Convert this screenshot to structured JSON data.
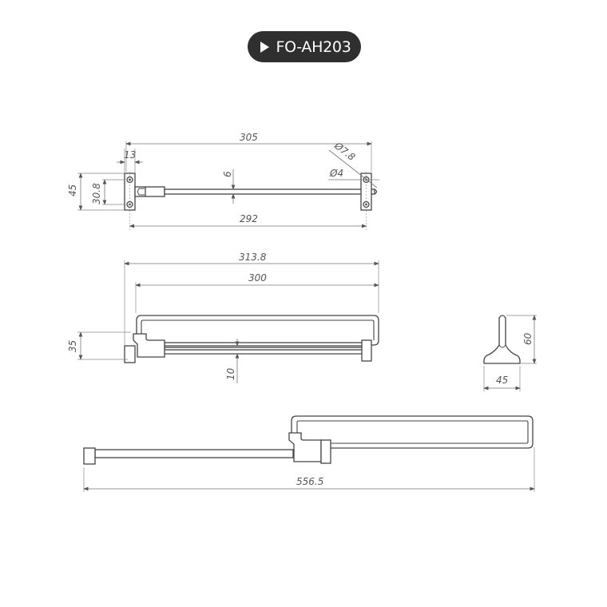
{
  "title_badge": {
    "icon": "play-triangle-icon",
    "label": "FO-AH203",
    "background": "#2f2f2f",
    "text_color": "#ffffff"
  },
  "views": {
    "top_view": {
      "dimensions": {
        "overall_width": "305",
        "bracket_width": "13",
        "bracket_height": "45",
        "hole_spacing": "30.8",
        "rod_diameter": "6",
        "outer_hole_diameter": "Ø7.8",
        "inner_hole_diameter": "Ø4",
        "rod_length": "292"
      }
    },
    "front_view": {
      "dimensions": {
        "overall_length": "313.8",
        "hanger_length": "300",
        "height": "35",
        "rail_thickness": "10"
      }
    },
    "side_view": {
      "dimensions": {
        "height": "60",
        "base_width": "45"
      }
    },
    "extended_view": {
      "dimensions": {
        "extended_length": "556.5"
      }
    }
  },
  "colors": {
    "line": "#444444",
    "dimension": "#777777",
    "text": "#555555",
    "background": "#ffffff"
  }
}
